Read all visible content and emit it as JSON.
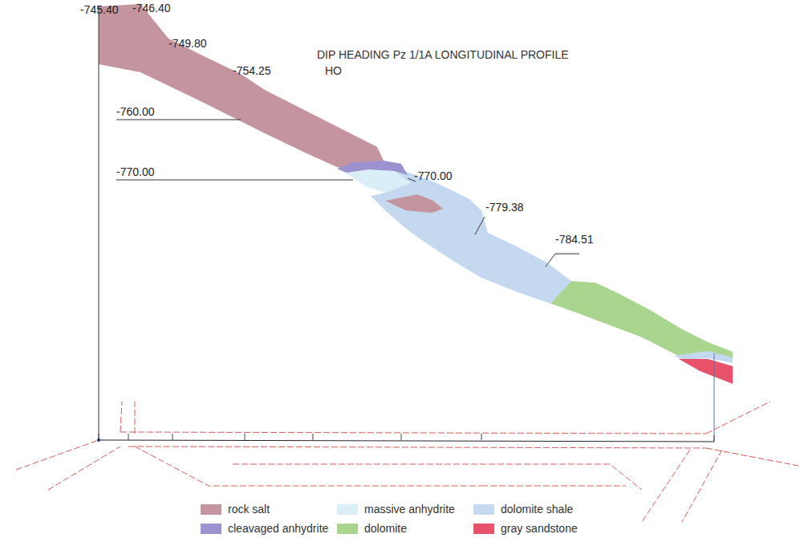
{
  "diagram": {
    "title": "DIP HEADING Pz 1/1A LONGITUDINAL PROFILE",
    "labels": [
      "HO",
      "-745.40",
      "-746.40",
      "-749.80",
      "-754.25",
      "-760.00",
      "-770.00",
      "-770.00",
      "-779.38",
      "-784.51"
    ],
    "legend": [
      {
        "text": "rock salt",
        "color": "#c4949f"
      },
      {
        "text": "cleavaged anhydrite",
        "color": "#9c92cf"
      },
      {
        "text": "massive anhydrite",
        "color": "#d9eef6"
      },
      {
        "text": "dolomite",
        "color": "#a9d58e"
      },
      {
        "text": "dolomite shale",
        "color": "#c4d9ef"
      },
      {
        "text": "gray sandstone",
        "color": "#e8526b"
      }
    ]
  }
}
